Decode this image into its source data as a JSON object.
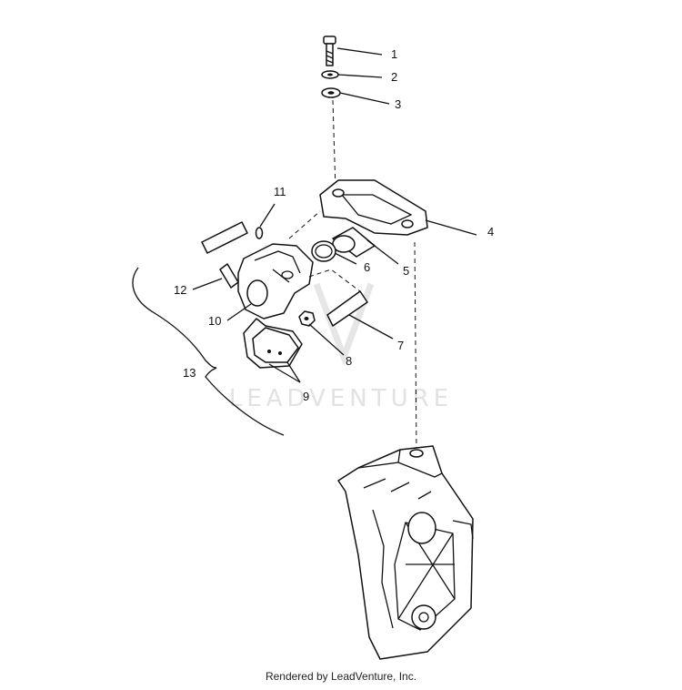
{
  "watermark": "LEADVENTURE",
  "footer": "Rendered by LeadVenture, Inc.",
  "callouts": [
    "1",
    "2",
    "3",
    "4",
    "5",
    "6",
    "7",
    "8",
    "9",
    "10",
    "11",
    "12",
    "13"
  ],
  "colors": {
    "line": "#111111",
    "background": "#ffffff",
    "watermark": "#e2e2e2"
  }
}
